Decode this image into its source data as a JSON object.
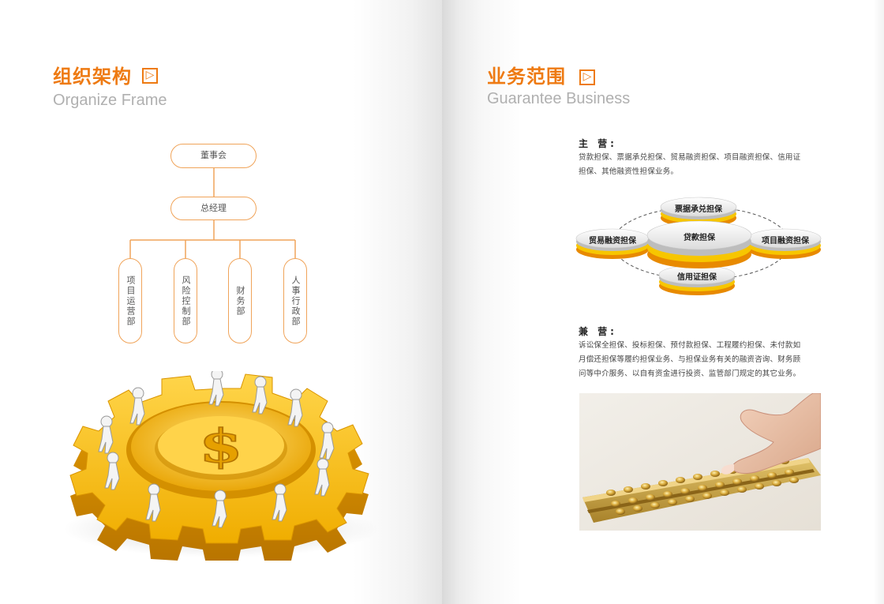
{
  "left_page": {
    "title_cn": "组织架构",
    "title_en": "Organize Frame",
    "arrow_glyph": "▷",
    "org_chart": {
      "board": "董事会",
      "general_manager": "总经理",
      "departments": [
        "项目运营部",
        "风险控制部",
        "财务部",
        "人事行政部"
      ]
    }
  },
  "right_page": {
    "title_cn": "业务范围",
    "title_en": "Guarantee Business",
    "arrow_glyph": "▷",
    "main_business": {
      "label": "主 营:",
      "text_lines": [
        "贷款担保、票据承兑担保、贸易融资担保、项目融资担保、信用证",
        "担保、其他融资性担保业务。"
      ]
    },
    "discs": {
      "top": "票据承兑担保",
      "left": "贸易融资担保",
      "center": "贷款担保",
      "right": "项目融资担保",
      "bottom": "信用证担保"
    },
    "side_business": {
      "label": "兼 营:",
      "text_lines": [
        "诉讼保全担保、投标担保、预付款担保、工程履约担保、未付款如",
        "月偿还担保等履约担保业务、与担保业务有关的融资咨询、财务顾",
        "问等中介服务、以自有资金进行投资、监管部门规定的其它业务。"
      ]
    }
  },
  "colors": {
    "accent": "#ee7a12",
    "subtitle_gray": "#b0b0b0",
    "org_line": "#f0a45a",
    "gold": "#f2b600"
  }
}
